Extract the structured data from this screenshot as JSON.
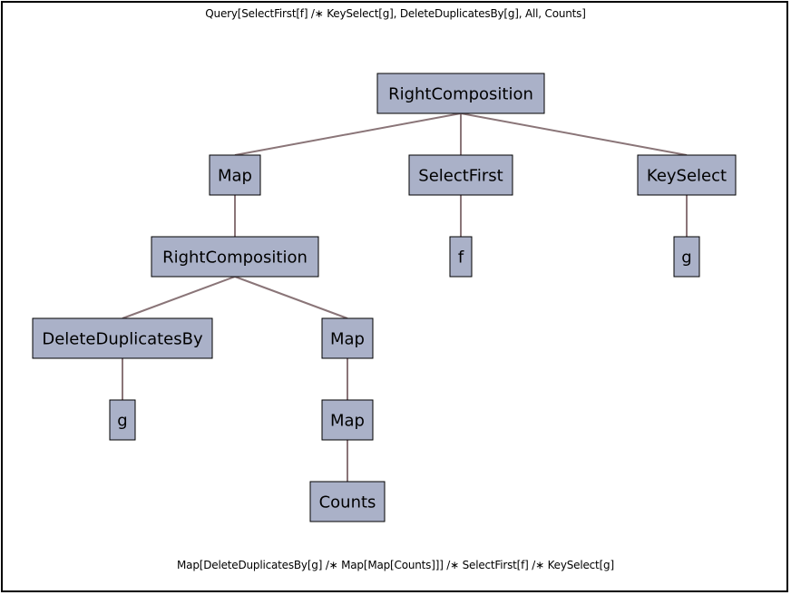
{
  "top_caption": "Query[SelectFirst[f] /∗ KeySelect[g], DeleteDuplicatesBy[g], All, Counts]",
  "bottom_caption": "Map[DeleteDuplicatesBy[g] /∗ Map[Map[Counts]]] /∗ SelectFirst[f] /∗ KeySelect[g]",
  "colors": {
    "node_fill": "#aab1c8",
    "edge": "#8a7578"
  },
  "tree": {
    "nodes": [
      {
        "id": "n0",
        "label": "RightComposition"
      },
      {
        "id": "n1",
        "label": "Map"
      },
      {
        "id": "n2",
        "label": "SelectFirst"
      },
      {
        "id": "n3",
        "label": "KeySelect"
      },
      {
        "id": "n4",
        "label": "RightComposition"
      },
      {
        "id": "n5",
        "label": "f"
      },
      {
        "id": "n6",
        "label": "g"
      },
      {
        "id": "n7",
        "label": "DeleteDuplicatesBy"
      },
      {
        "id": "n8",
        "label": "Map"
      },
      {
        "id": "n9",
        "label": "g"
      },
      {
        "id": "n10",
        "label": "Map"
      },
      {
        "id": "n11",
        "label": "Counts"
      }
    ],
    "edges": [
      [
        "n0",
        "n1"
      ],
      [
        "n0",
        "n2"
      ],
      [
        "n0",
        "n3"
      ],
      [
        "n1",
        "n4"
      ],
      [
        "n2",
        "n5"
      ],
      [
        "n3",
        "n6"
      ],
      [
        "n4",
        "n7"
      ],
      [
        "n4",
        "n8"
      ],
      [
        "n7",
        "n9"
      ],
      [
        "n8",
        "n10"
      ],
      [
        "n10",
        "n11"
      ]
    ]
  }
}
